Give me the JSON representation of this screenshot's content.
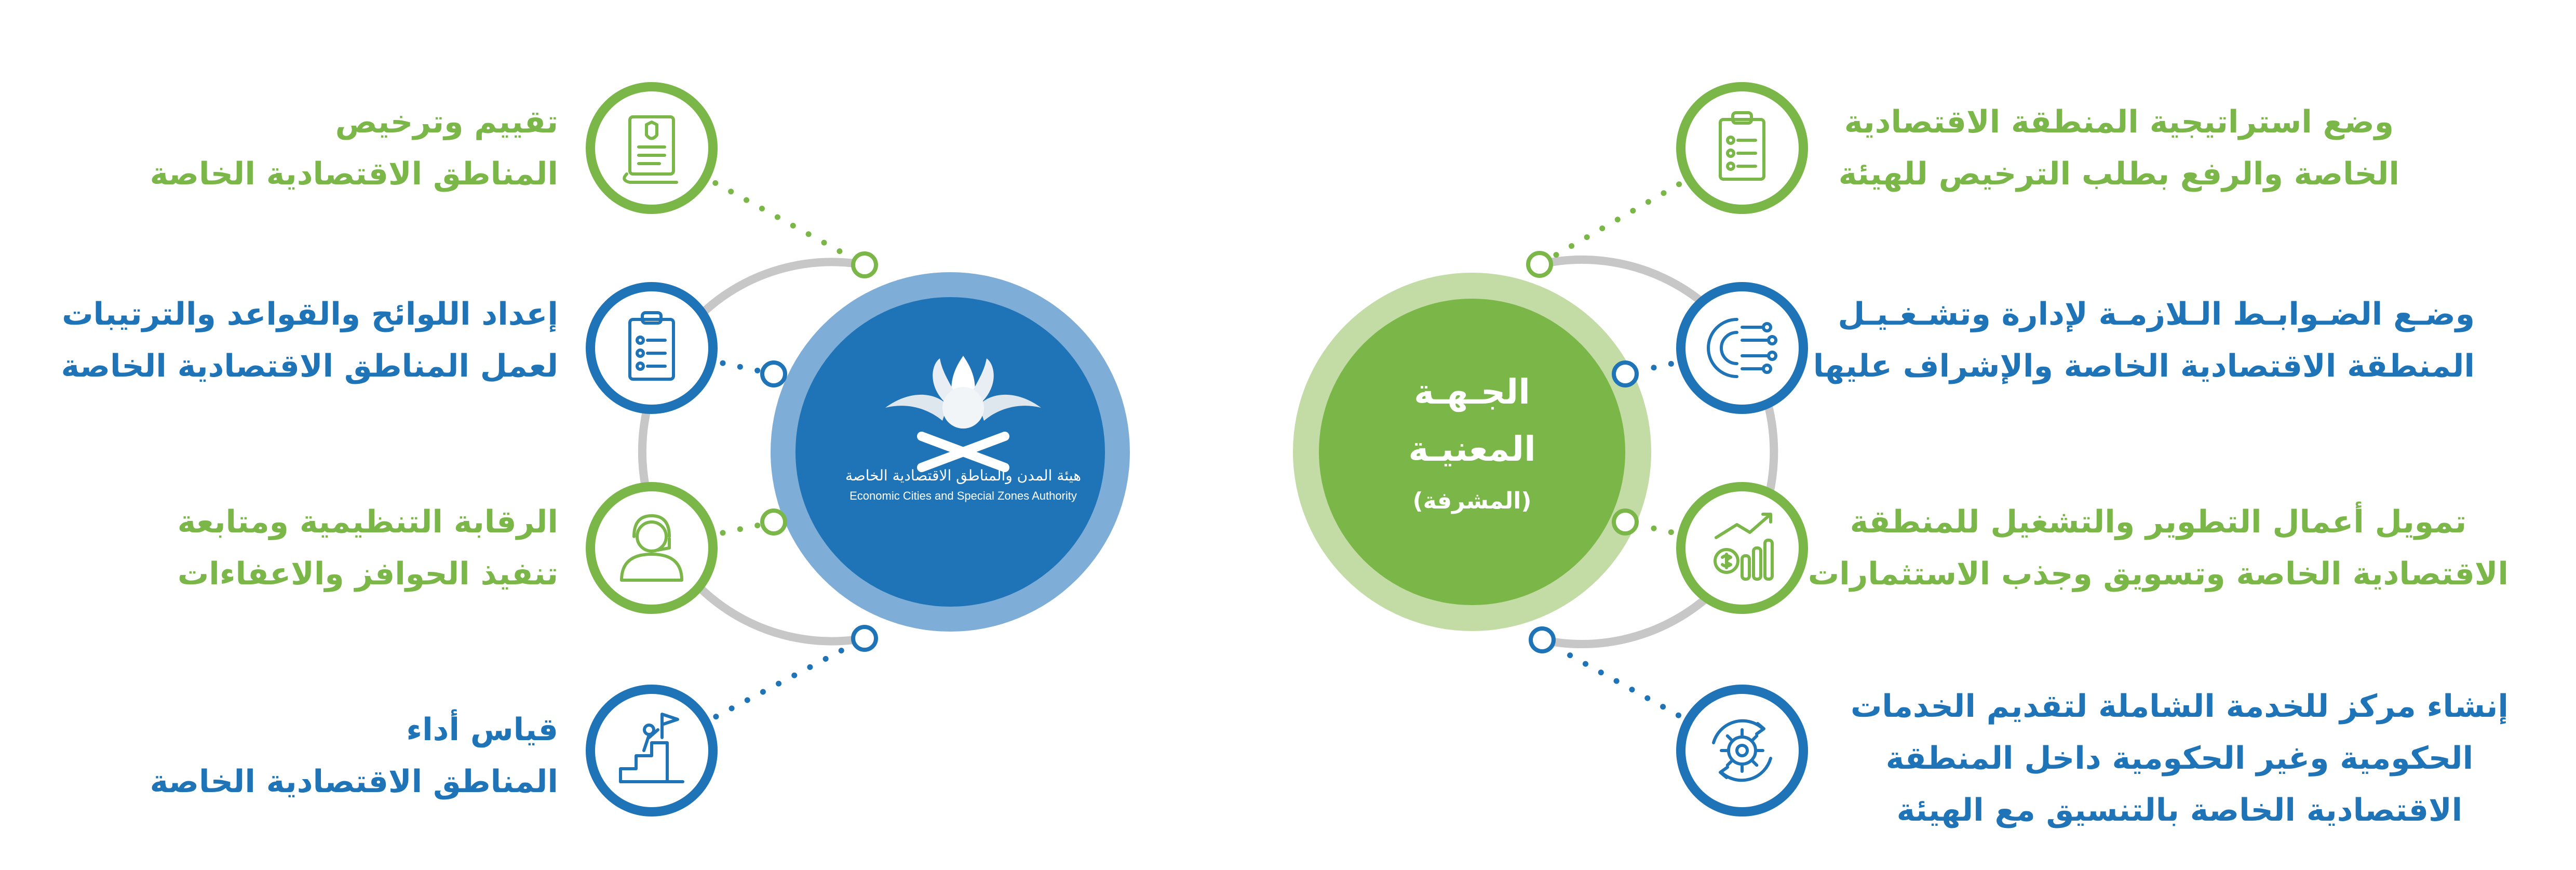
{
  "colors": {
    "green": "#7ab648",
    "green_light": "#c3dca5",
    "blue": "#1f73b7",
    "blue_light": "#7eaed8",
    "ring_gray": "#c7c7c7",
    "text_white": "#ffffff"
  },
  "left_hub": {
    "authority_name_ar": "هيئة المدن والمناطق الاقتصادية الخاصة",
    "authority_name_en": "Economic Cities and Special Zones Authority",
    "logo_icon": "ecza-logo-icon"
  },
  "right_hub": {
    "title_line1": "الجـهـة",
    "title_line2": "المعنيـة",
    "subtitle": "(المشرفة)"
  },
  "left_items": [
    {
      "lines": [
        "تقييم وترخيص",
        "المناطق الاقتصادية الخاصة"
      ],
      "color": "green",
      "icon": "license-document-icon"
    },
    {
      "lines": [
        "إعداد اللوائح والقواعد والترتيبات",
        "لعمل المناطق الاقتصادية الخاصة"
      ],
      "color": "blue",
      "icon": "clipboard-checklist-icon"
    },
    {
      "lines": [
        "الرقابة التنظيمية ومتابعة",
        "تنفيذ الحوافز والاعفاءات"
      ],
      "color": "green",
      "icon": "support-agent-icon"
    },
    {
      "lines": [
        "قياس أداء",
        "المناطق الاقتصادية الخاصة"
      ],
      "color": "blue",
      "icon": "performance-stairs-icon"
    }
  ],
  "right_items": [
    {
      "lines": [
        "وضع استراتيجية المنطقة الاقتصادية",
        "الخاصة والرفع بطلب الترخيص للهيئة"
      ],
      "color": "green",
      "icon": "strategy-clipboard-icon"
    },
    {
      "lines": [
        "وضـع الضـوابـط الـلازمـة لإدارة وتشـغـيـل",
        "المنطقة الاقتصادية الخاصة والإشراف عليها"
      ],
      "color": "blue",
      "icon": "circuit-gear-icon"
    },
    {
      "lines": [
        "تمويل أعمال التطوير والتشغيل للمنطقة",
        "الاقتصادية الخاصة وتسويق وجذب الاستثمارات"
      ],
      "color": "green",
      "icon": "investment-chart-icon"
    },
    {
      "lines": [
        "إنشاء مركز  للخدمة الشاملة لتقديم الخدمات",
        "الحكومية وغير الحكومية داخل المنطقة",
        "الاقتصادية الخاصة بالتنسيق مع الهيئة"
      ],
      "color": "blue",
      "icon": "gear-cycle-icon"
    }
  ]
}
